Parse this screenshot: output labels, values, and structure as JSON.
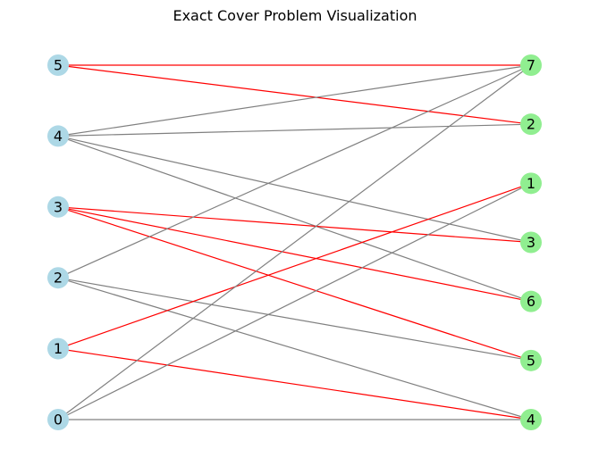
{
  "title": "Exact Cover Problem Visualization",
  "colors": {
    "left_node": "#add8e6",
    "right_node": "#90ee90",
    "edge_default": "#808080",
    "edge_selected": "#ff0000",
    "label": "#000000"
  },
  "graph": {
    "left_nodes": [
      "0",
      "1",
      "2",
      "3",
      "4",
      "5"
    ],
    "right_nodes": [
      "4",
      "5",
      "6",
      "3",
      "1",
      "2",
      "7"
    ],
    "edges": [
      {
        "from": "5",
        "to": "7",
        "selected": true
      },
      {
        "from": "5",
        "to": "2",
        "selected": true
      },
      {
        "from": "4",
        "to": "7",
        "selected": false
      },
      {
        "from": "4",
        "to": "2",
        "selected": false
      },
      {
        "from": "4",
        "to": "3",
        "selected": false
      },
      {
        "from": "4",
        "to": "6",
        "selected": false
      },
      {
        "from": "3",
        "to": "3",
        "selected": true
      },
      {
        "from": "3",
        "to": "6",
        "selected": true
      },
      {
        "from": "3",
        "to": "5",
        "selected": true
      },
      {
        "from": "2",
        "to": "7",
        "selected": false
      },
      {
        "from": "2",
        "to": "5",
        "selected": false
      },
      {
        "from": "2",
        "to": "4",
        "selected": false
      },
      {
        "from": "1",
        "to": "1",
        "selected": true
      },
      {
        "from": "1",
        "to": "4",
        "selected": true
      },
      {
        "from": "0",
        "to": "7",
        "selected": false
      },
      {
        "from": "0",
        "to": "1",
        "selected": false
      },
      {
        "from": "0",
        "to": "4",
        "selected": false
      }
    ]
  }
}
